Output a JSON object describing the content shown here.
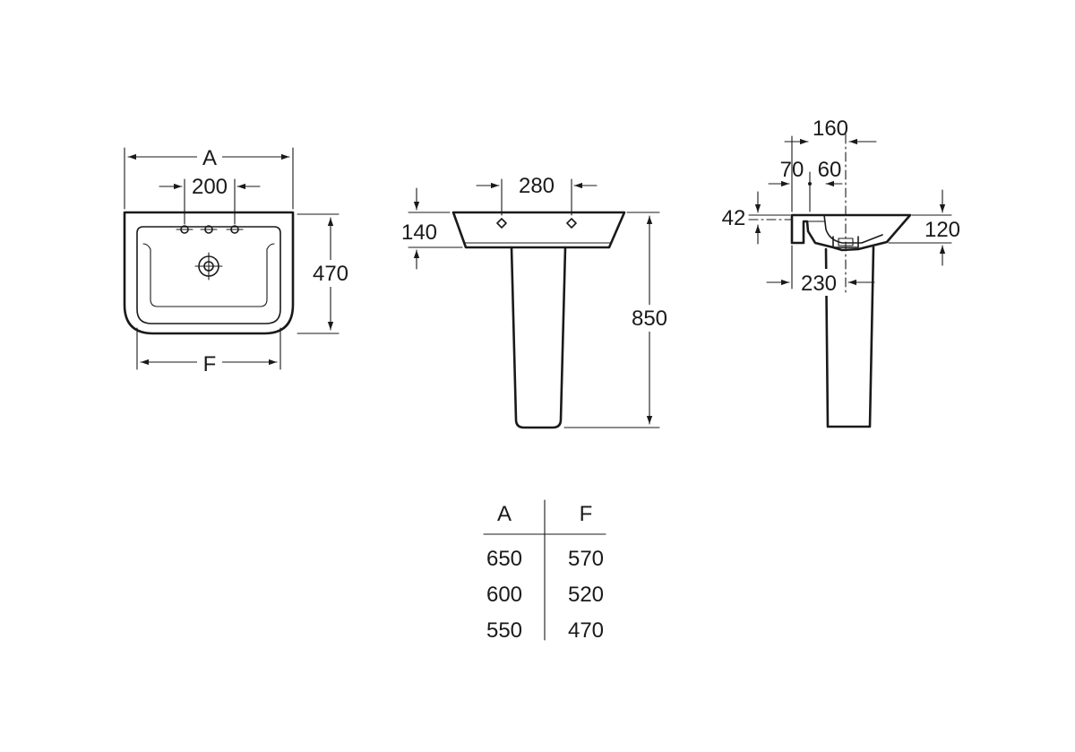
{
  "front_view": {
    "width_label": "A",
    "tap_spacing": "200",
    "depth": "470",
    "inner_width_label": "F"
  },
  "pedestal_view": {
    "fixing_spacing": "280",
    "basin_height": "140",
    "overall_height": "850"
  },
  "side_view": {
    "top_total": "160",
    "offset_left": "70",
    "offset_right": "60",
    "rim_thickness": "42",
    "bowl_height": "120",
    "pedestal_offset": "230"
  },
  "dimension_table": {
    "headers": [
      "A",
      "F"
    ],
    "rows": [
      [
        "650",
        "570"
      ],
      [
        "600",
        "520"
      ],
      [
        "550",
        "470"
      ]
    ]
  }
}
